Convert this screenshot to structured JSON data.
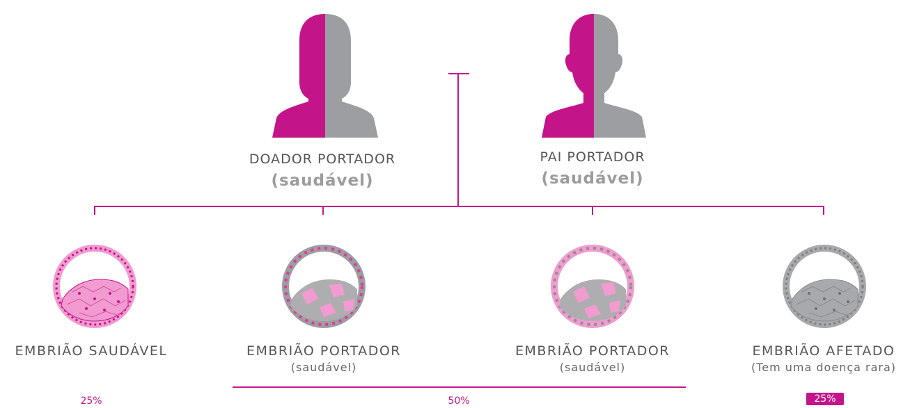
{
  "parents": {
    "donor": {
      "title": "DOADOR PORTADOR",
      "subtitle": "(saudável)"
    },
    "father": {
      "title": "PAI PORTADOR",
      "subtitle": "(saudável)"
    }
  },
  "embryos": [
    {
      "title": "EMBRIÃO SAUDÁVEL",
      "subtitle": "",
      "percent": "25%"
    },
    {
      "title": "EMBRIÃO PORTADOR",
      "subtitle": "(saudável)",
      "percent": ""
    },
    {
      "title": "EMBRIÃO PORTADOR",
      "subtitle": "(saudável)",
      "percent": ""
    },
    {
      "title": "EMBRIÃO AFETADO",
      "subtitle": "(Tem uma doença rara)",
      "percent": "25%"
    }
  ],
  "carrier_percent": "50%",
  "colors": {
    "magenta": "#c4148a",
    "gray": "#9d9ea1",
    "pink_light": "#f29bd0"
  }
}
